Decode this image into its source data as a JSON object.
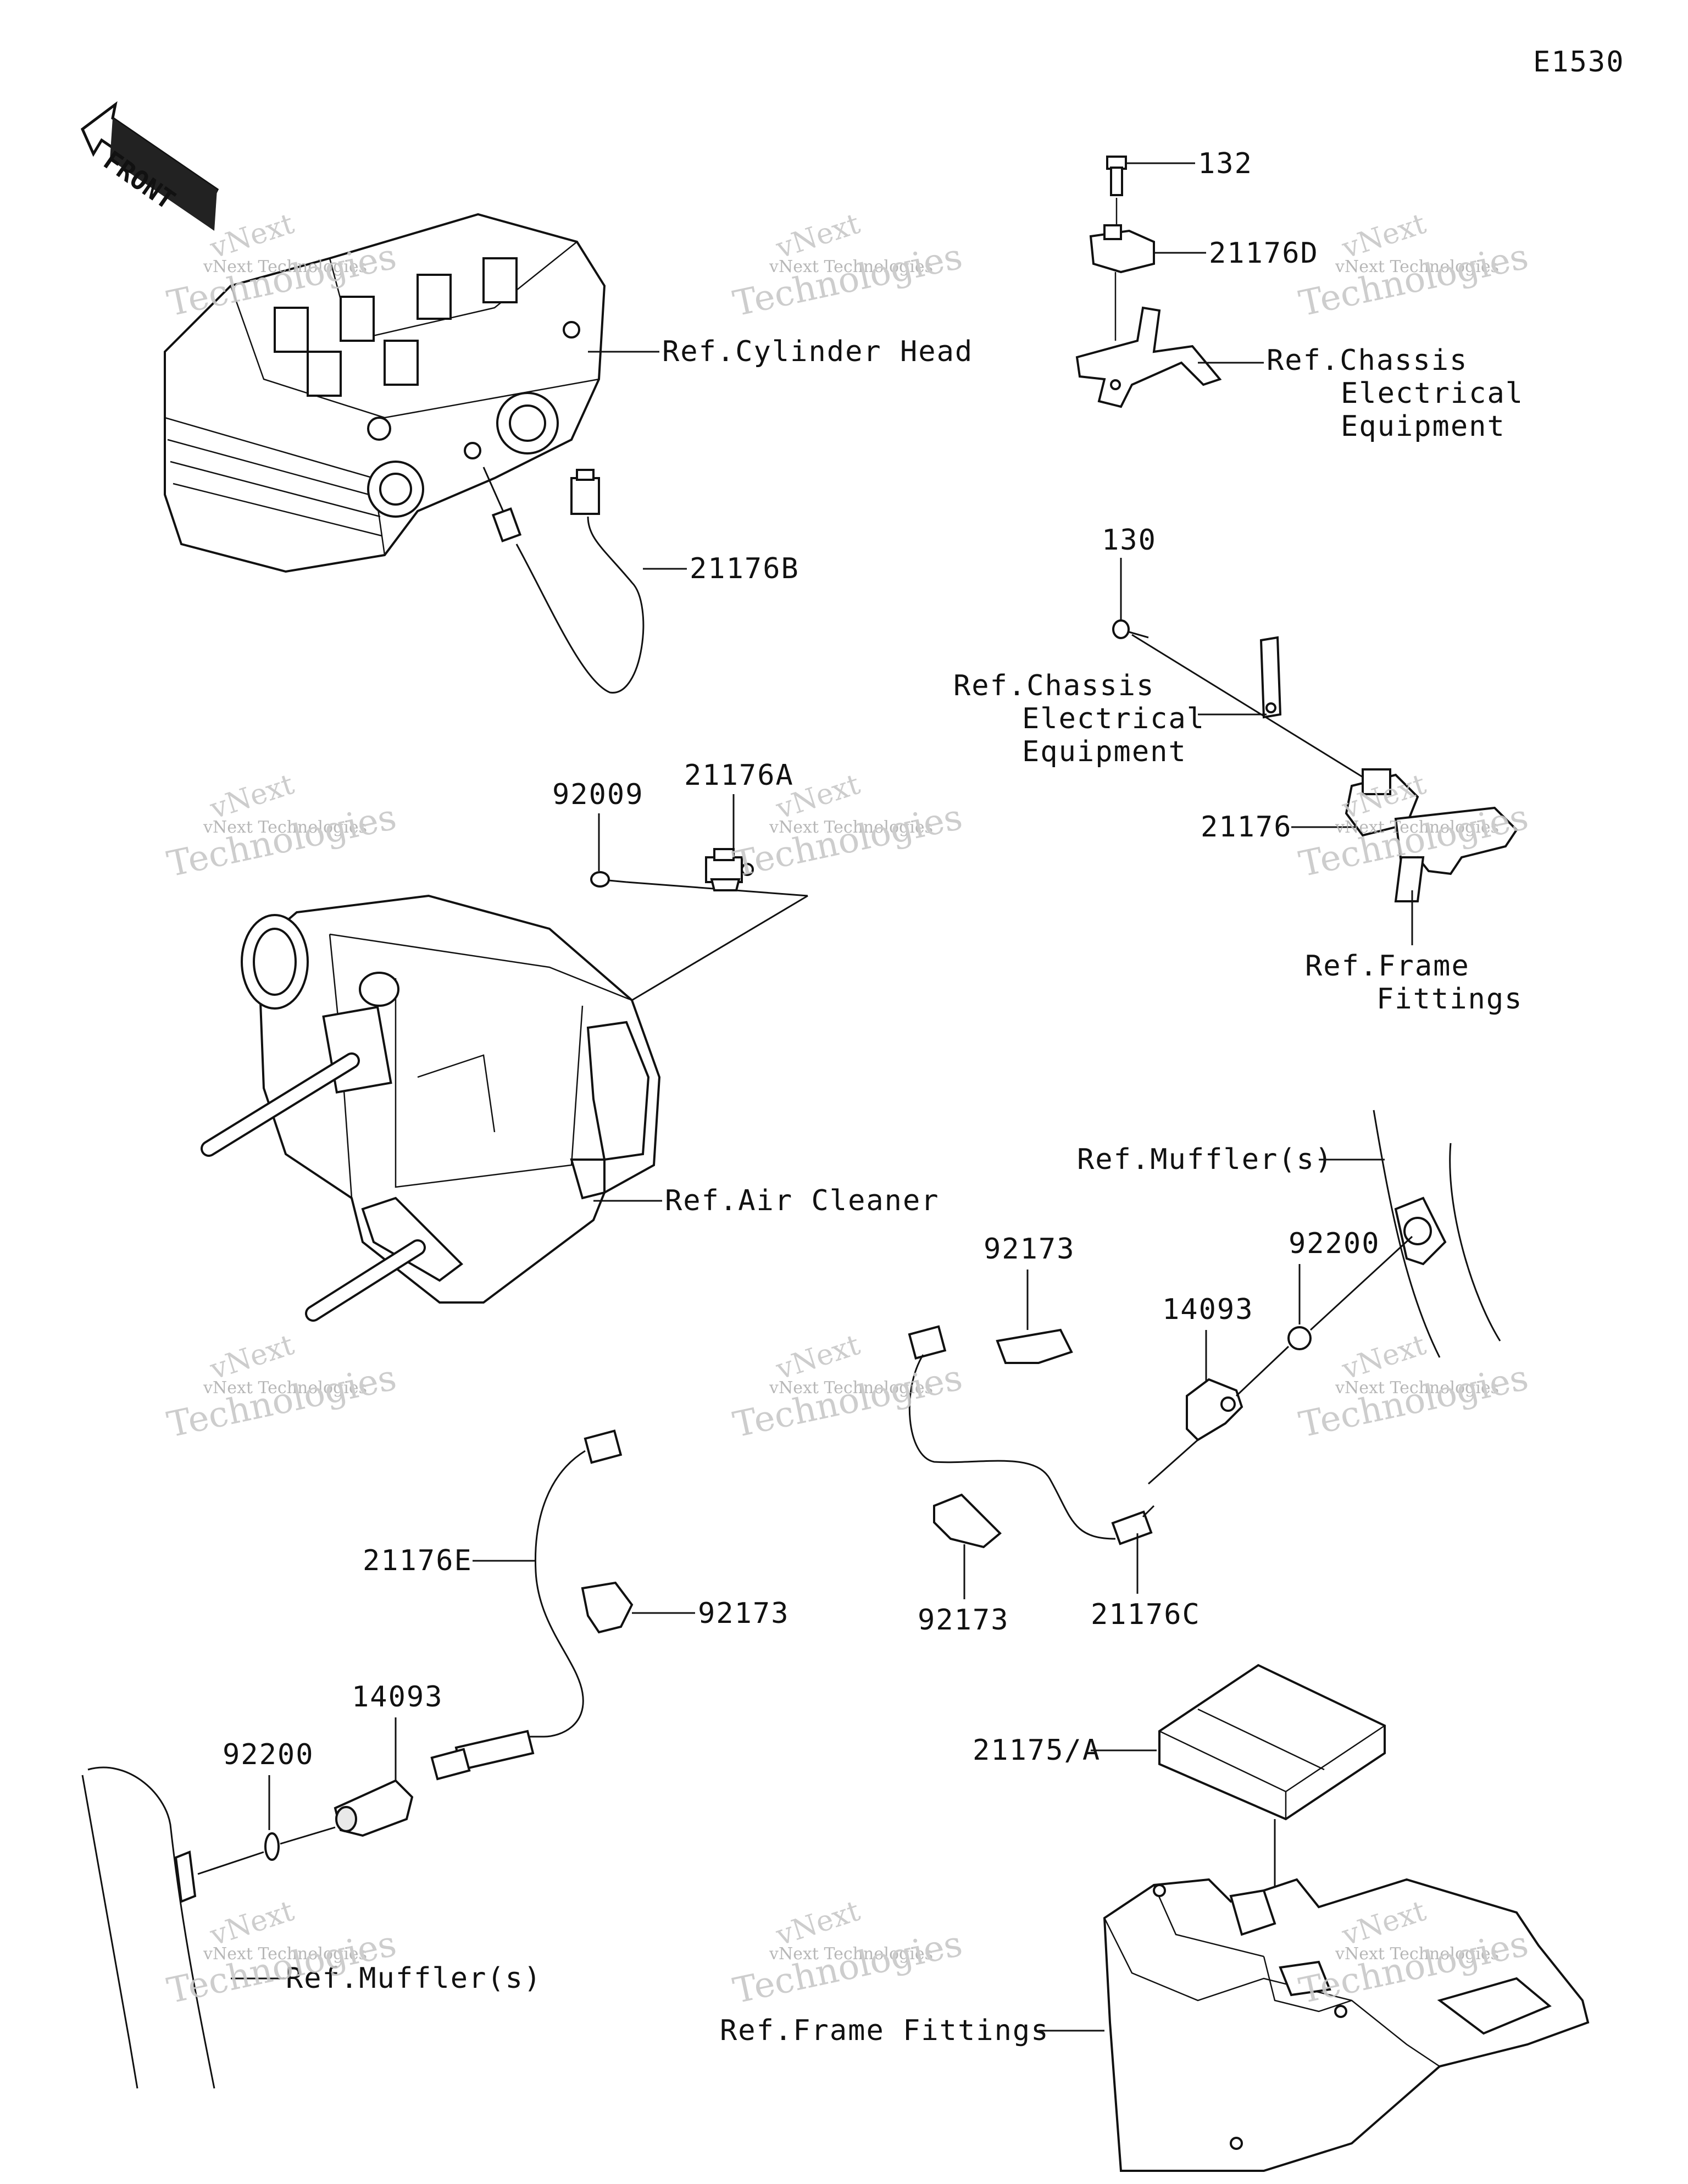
{
  "diagram_code": "E1530",
  "front_arrow_label": "FRONT",
  "watermark": {
    "line1": "vNext",
    "line2": "vNext Technologies",
    "line3": "Technologies"
  },
  "labels": {
    "ref_cylinder_head": "Ref.Cylinder Head",
    "p21176B": "21176B",
    "p132": "132",
    "p21176D": "21176D",
    "ref_chassis_1_l1": "Ref.Chassis",
    "ref_chassis_1_l2": "Electrical",
    "ref_chassis_1_l3": "Equipment",
    "p130": "130",
    "ref_chassis_2_l1": "Ref.Chassis",
    "ref_chassis_2_l2": "Electrical",
    "ref_chassis_2_l3": "Equipment",
    "p21176": "21176",
    "ref_frame_1_l1": "Ref.Frame",
    "ref_frame_1_l2": "Fittings",
    "p92009": "92009",
    "p21176A": "21176A",
    "ref_air_cleaner": "Ref.Air Cleaner",
    "ref_muffler_1": "Ref.Muffler(s)",
    "p92173_a": "92173",
    "p92200_a": "92200",
    "p14093_a": "14093",
    "p92173_b": "92173",
    "p21176C": "21176C",
    "p21176E": "21176E",
    "p92173_c": "92173",
    "p14093_b": "14093",
    "p92200_b": "92200",
    "ref_muffler_2": "Ref.Muffler(s)",
    "p21175A": "21175/A",
    "ref_frame_2": "Ref.Frame Fittings"
  }
}
